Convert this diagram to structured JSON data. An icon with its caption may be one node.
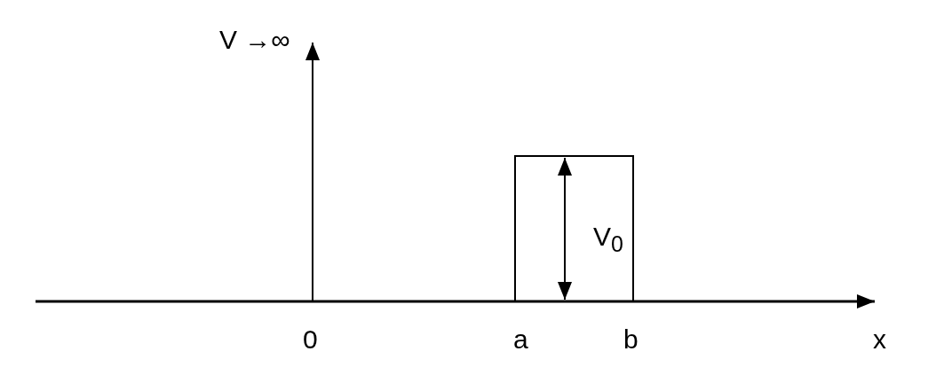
{
  "diagram": {
    "labels": [
      "V →∞",
      "V$_{0}$",
      "0",
      "a",
      "b",
      "x"
    ]
  }
}
